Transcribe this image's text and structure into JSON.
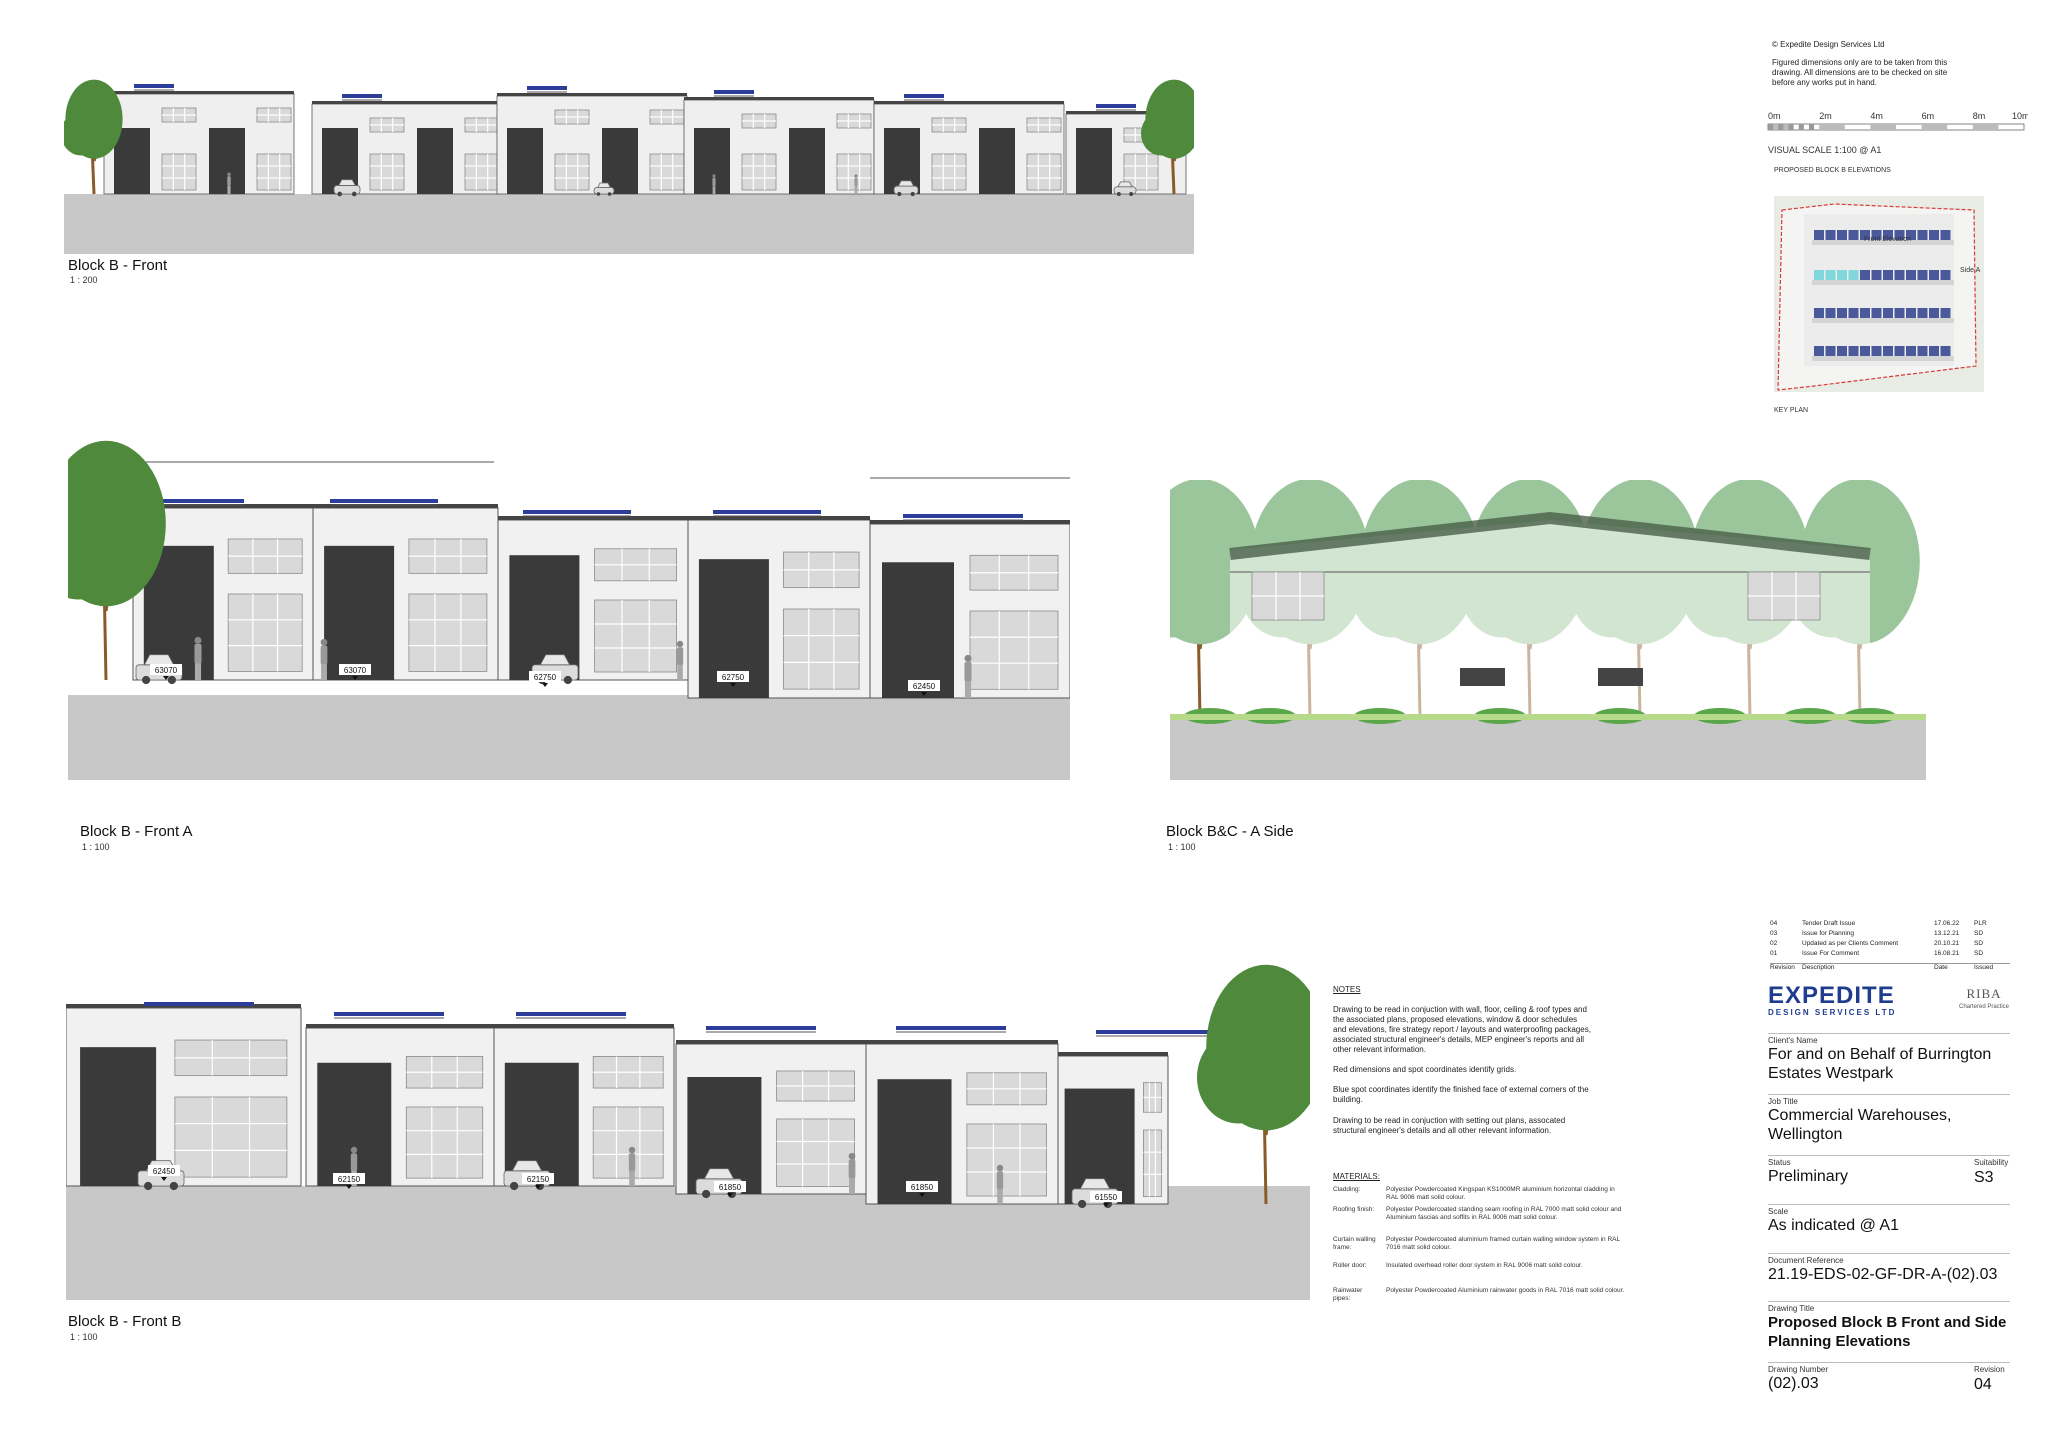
{
  "copyright": {
    "owner": "© Expedite Design Services Ltd",
    "note": "Figured dimensions only are to be taken from this drawing. All dimensions are to be checked on site before any works put in hand."
  },
  "visual_scale": {
    "ticks": [
      "0m",
      "2m",
      "4m",
      "6m",
      "8m",
      "10m"
    ],
    "label": "VISUAL SCALE 1:100 @ A1"
  },
  "key_plan": {
    "caption_top": "PROPOSED BLOCK B ELEVATIONS",
    "caption_bottom": "KEY PLAN",
    "labels": [
      "Front Elevation",
      "Side A"
    ]
  },
  "views": [
    {
      "title": "Block B - Front",
      "scale": "1 : 200"
    },
    {
      "title": "Block B - Front A",
      "scale": "1 : 100"
    },
    {
      "title": "Block B&C - A Side",
      "scale": "1 : 100"
    },
    {
      "title": "Block B - Front B",
      "scale": "1 : 100"
    }
  ],
  "spot_levels_front_a": [
    "63070",
    "63070",
    "62750",
    "62750",
    "62450"
  ],
  "spot_levels_front_b": [
    "62450",
    "62150",
    "62150",
    "61850",
    "61850",
    "61550"
  ],
  "notes": {
    "heading": "NOTES",
    "items": [
      "Drawing to be read in conjuction with wall, floor, ceiling & roof types and the associated plans, proposed elevations, window & door schedules and elevations, fire strategy report / layouts and waterproofing packages, associated structural engineer's details, MEP engineer's reports and all other relevant information.",
      "Red dimensions and spot coordinates identify grids.",
      "Blue spot coordinates identify the finished face of external corners of the building.",
      "Drawing to be read in conjuction with setting out plans, assocated structural engineer's details and all other relevant information."
    ]
  },
  "materials": {
    "heading": "MATERIALS:",
    "items": [
      {
        "key": "Cladding:",
        "value": "Polyester Powdercoated Kingspan KS1000MR aluminium horizontal cladding in RAL 9006 matt solid colour."
      },
      {
        "key": "Roofing finish:",
        "value": "Polyester Powdercoated standing seam roofing in RAL 7000 matt solid colour and Aluminium fascias and soffits in RAL 9006 matt solid colour."
      },
      {
        "key": "Curtain walling frame:",
        "value": "Polyester Powdercoated aluminium framed curtain walling window system in RAL 7016 matt solid colour."
      },
      {
        "key": "Roller door:",
        "value": "Insulated overhead roller door system in RAL 9006 matt solid colour."
      },
      {
        "key": "Rainwater pipes:",
        "value": "Polyester Powdercoated Aluminium rainwater goods in RAL 7016 matt solid colour."
      }
    ]
  },
  "revisions": {
    "rows": [
      {
        "rev": "04",
        "desc": "Tender Draft Issue",
        "date": "17.06.22",
        "by": "PLR"
      },
      {
        "rev": "03",
        "desc": "Issue for Planning",
        "date": "13.12.21",
        "by": "SD"
      },
      {
        "rev": "02",
        "desc": "Updated as per Clients Comment",
        "date": "20.10.21",
        "by": "SD"
      },
      {
        "rev": "01",
        "desc": "Issue For Comment",
        "date": "16.08.21",
        "by": "SD"
      }
    ],
    "headers": {
      "rev": "Revision",
      "desc": "Description",
      "date": "Date",
      "by": "Issued"
    }
  },
  "logo": {
    "name": "EXPEDITE",
    "sub": "DESIGN SERVICES LTD",
    "riba": "RIBA",
    "riba_sub": "Chartered Practice"
  },
  "title_block": {
    "client_label": "Client's Name",
    "client": "For and on Behalf of Burrington Estates Westpark",
    "job_label": "Job Title",
    "job": "Commercial Warehouses, Wellington",
    "status_label": "Status",
    "status": "Preliminary",
    "suitability_label": "Suitability",
    "suitability": "S3",
    "scale_label": "Scale",
    "scale": "As indicated @  A1",
    "docref_label": "Document Reference",
    "docref": "21.19-EDS-02-GF-DR-A-(02).03",
    "drawing_title_label": "Drawing Title",
    "drawing_title": "Proposed Block B Front and Side Planning Elevations",
    "drawing_number_label": "Drawing Number",
    "drawing_number": "(02).03",
    "revision_label": "Revision",
    "revision": "04"
  },
  "colors": {
    "dark_door": "#3a3a3a",
    "cladding": "#f1f1f1",
    "ground": "#c8c8c8",
    "tree_green": "#4f8a3c",
    "side_tree": "#9bc59a",
    "solar_blue": "#2c3e9a",
    "brand_blue": "#1f3c8f"
  }
}
